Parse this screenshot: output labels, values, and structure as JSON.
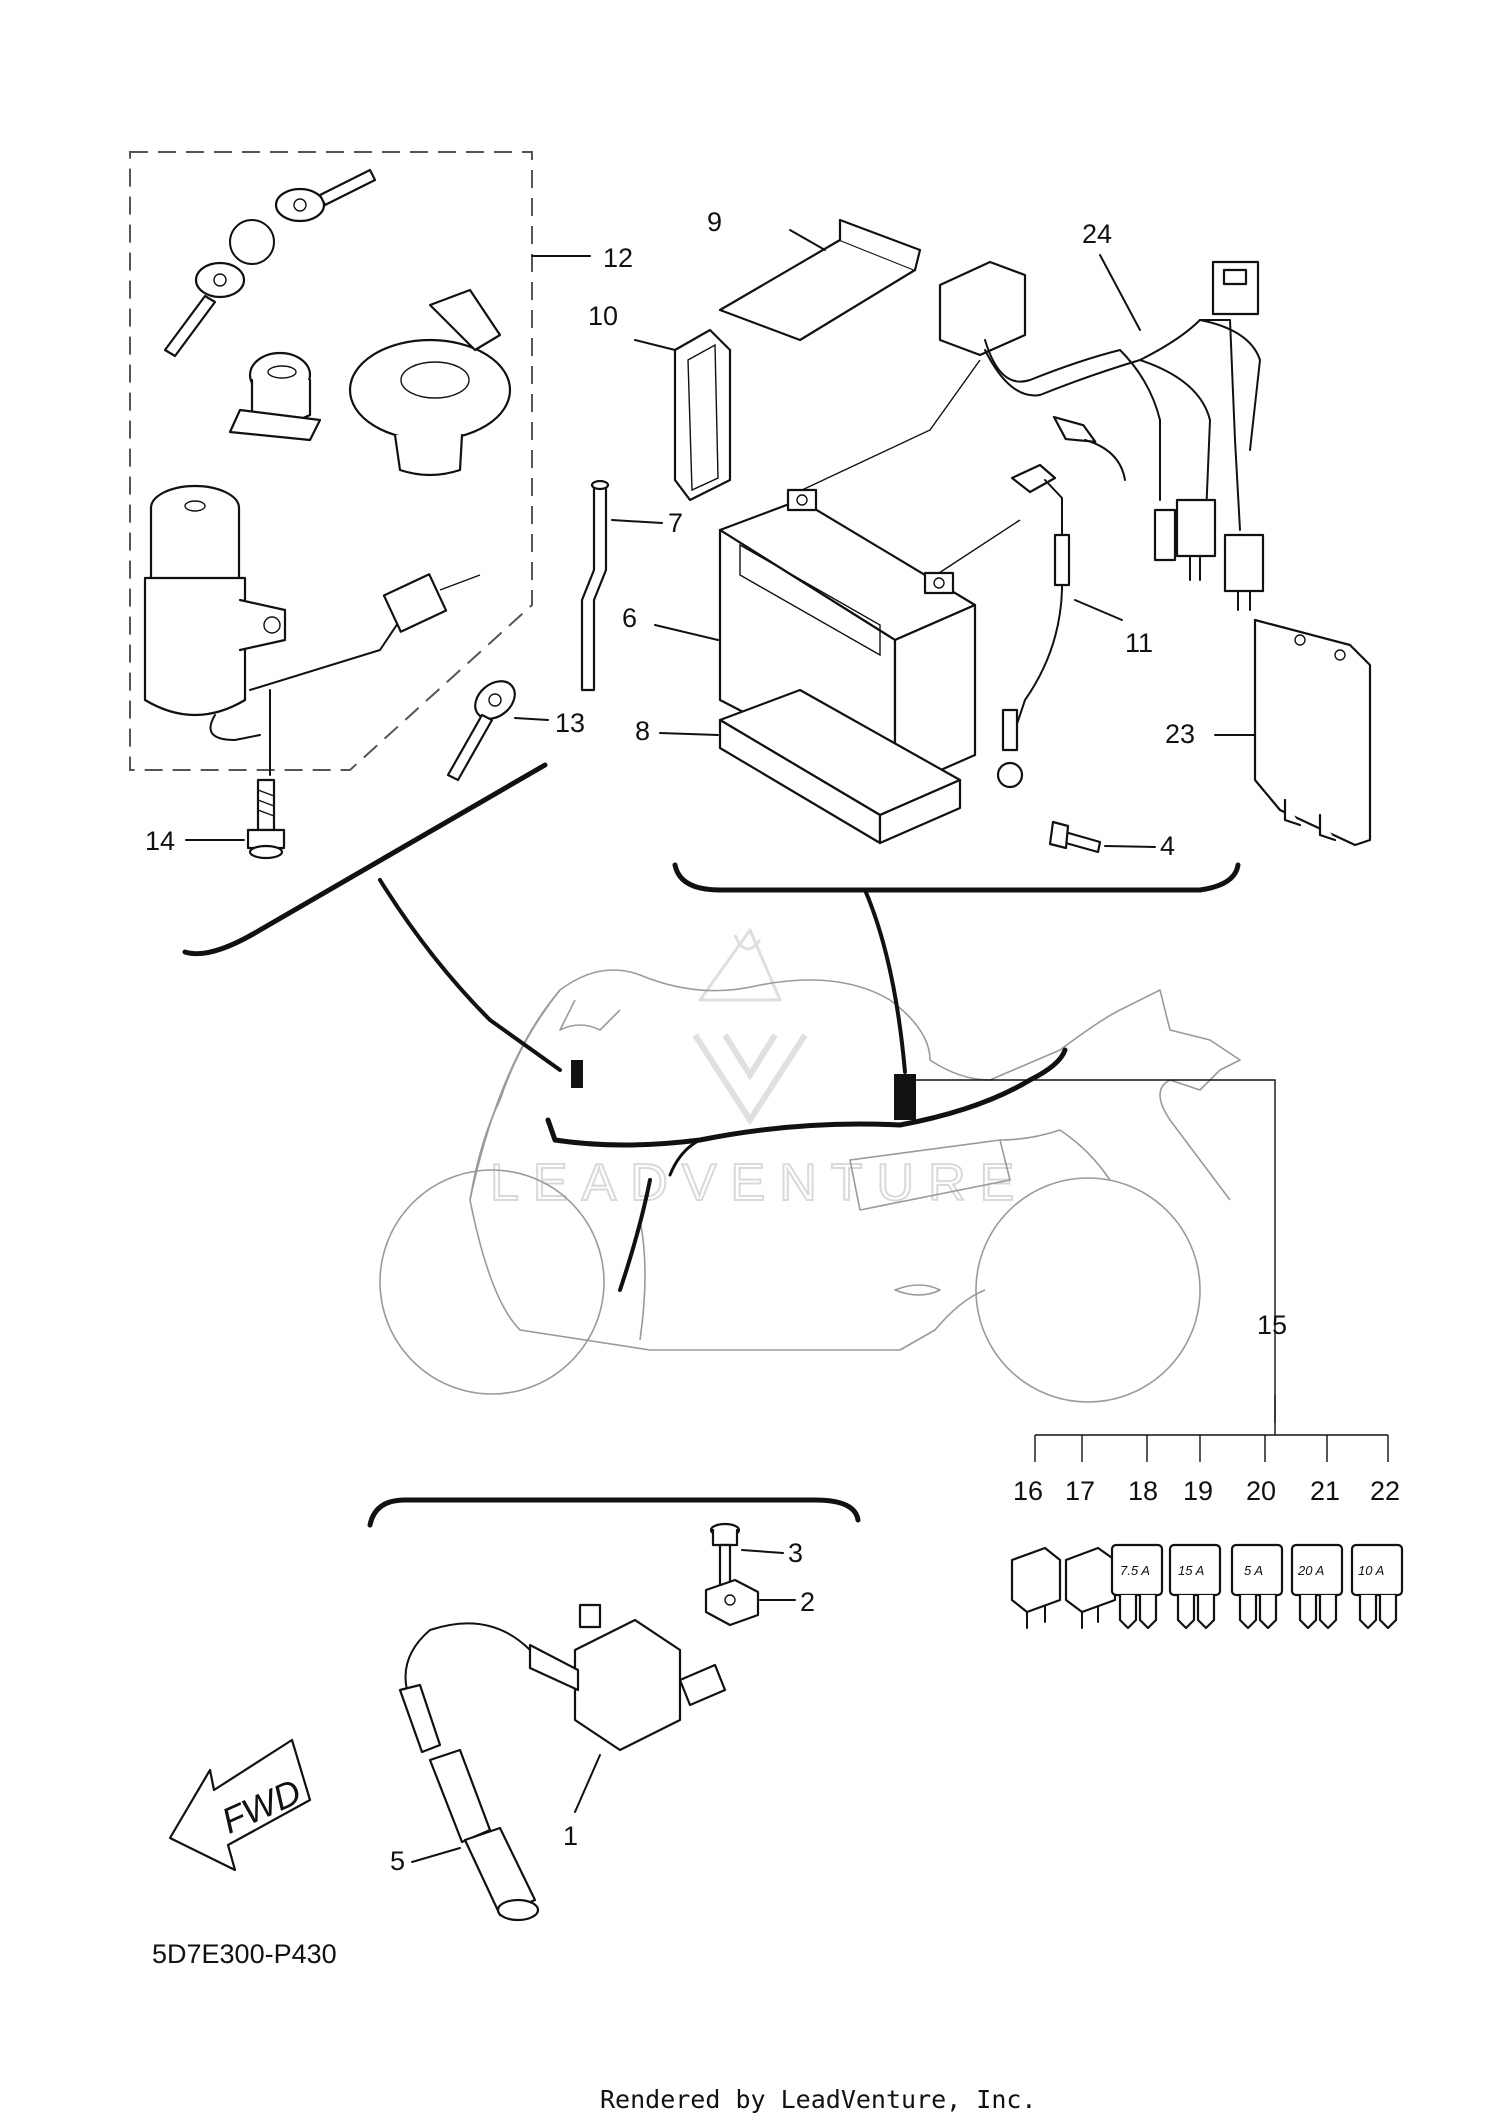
{
  "diagram": {
    "code": "5D7E300-P430",
    "footer": "Rendered by LeadVenture, Inc.",
    "watermark": "LEADVENTURE",
    "fwd_label": "FWD",
    "callouts": {
      "p1": "1",
      "p2": "2",
      "p3": "3",
      "p4": "4",
      "p5": "5",
      "p6": "6",
      "p7": "7",
      "p8": "8",
      "p9": "9",
      "p10": "10",
      "p11": "11",
      "p12": "12",
      "p13": "13",
      "p14": "14",
      "p15": "15",
      "p16": "16",
      "p17": "17",
      "p18": "18",
      "p19": "19",
      "p20": "20",
      "p21": "21",
      "p22": "22",
      "p23": "23",
      "p24": "24"
    },
    "fuse_ratings": {
      "f18": "7.5 A",
      "f19": "15 A",
      "f20": "5 A",
      "f21": "20 A",
      "f22": "10 A"
    }
  }
}
